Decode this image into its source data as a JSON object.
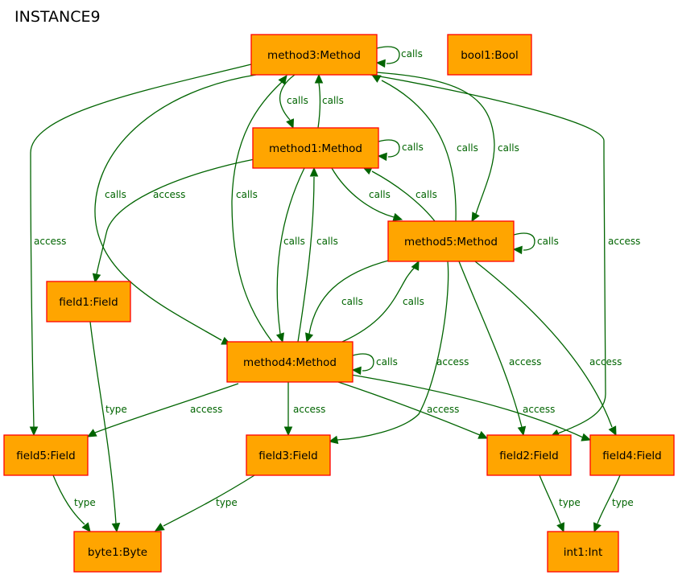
{
  "title": "INSTANCE9",
  "nodes": {
    "method3": "method3:Method",
    "bool1": "bool1:Bool",
    "method1": "method1:Method",
    "method5": "method5:Method",
    "field1": "field1:Field",
    "method4": "method4:Method",
    "field5": "field5:Field",
    "field3": "field3:Field",
    "field2": "field2:Field",
    "field4": "field4:Field",
    "byte1": "byte1:Byte",
    "int1": "int1:Int"
  },
  "edges": [
    {
      "id": "m3-m3",
      "from": "method3",
      "to": "method3",
      "label": "calls"
    },
    {
      "id": "m3-m1",
      "from": "method3",
      "to": "method1",
      "label": "calls"
    },
    {
      "id": "m1-m3",
      "from": "method1",
      "to": "method3",
      "label": "calls"
    },
    {
      "id": "m1-m1",
      "from": "method1",
      "to": "method1",
      "label": "calls"
    },
    {
      "id": "m3-m5",
      "from": "method3",
      "to": "method5",
      "label": "calls"
    },
    {
      "id": "m5-m3",
      "from": "method5",
      "to": "method3",
      "label": "calls"
    },
    {
      "id": "m3-m4",
      "from": "method3",
      "to": "method4",
      "label": "calls"
    },
    {
      "id": "m4-m3",
      "from": "method4",
      "to": "method3",
      "label": "calls"
    },
    {
      "id": "m3-f5",
      "from": "method3",
      "to": "field5",
      "label": "access"
    },
    {
      "id": "m3-f2",
      "from": "method3",
      "to": "field2",
      "label": "access"
    },
    {
      "id": "m1-f1",
      "from": "method1",
      "to": "field1",
      "label": "access"
    },
    {
      "id": "m1-m5",
      "from": "method1",
      "to": "method5",
      "label": "calls"
    },
    {
      "id": "m5-m1",
      "from": "method5",
      "to": "method1",
      "label": "calls"
    },
    {
      "id": "m1-m4",
      "from": "method1",
      "to": "method4",
      "label": "calls"
    },
    {
      "id": "m4-m1",
      "from": "method4",
      "to": "method1",
      "label": "calls"
    },
    {
      "id": "m5-m5",
      "from": "method5",
      "to": "method5",
      "label": "calls"
    },
    {
      "id": "m5-m4",
      "from": "method5",
      "to": "method4",
      "label": "calls"
    },
    {
      "id": "m4-m5",
      "from": "method4",
      "to": "method5",
      "label": "calls"
    },
    {
      "id": "m5-f3",
      "from": "method5",
      "to": "field3",
      "label": "access"
    },
    {
      "id": "m5-f2",
      "from": "method5",
      "to": "field2",
      "label": "access"
    },
    {
      "id": "m5-f4",
      "from": "method5",
      "to": "field4",
      "label": "access"
    },
    {
      "id": "m4-m4",
      "from": "method4",
      "to": "method4",
      "label": "calls"
    },
    {
      "id": "m4-f5",
      "from": "method4",
      "to": "field5",
      "label": "access"
    },
    {
      "id": "m4-f3",
      "from": "method4",
      "to": "field3",
      "label": "access"
    },
    {
      "id": "m4-f2",
      "from": "method4",
      "to": "field2",
      "label": "access"
    },
    {
      "id": "m4-f4",
      "from": "method4",
      "to": "field4",
      "label": "access"
    },
    {
      "id": "f1-b1",
      "from": "field1",
      "to": "byte1",
      "label": "type"
    },
    {
      "id": "f5-b1",
      "from": "field5",
      "to": "byte1",
      "label": "type"
    },
    {
      "id": "f3-b1",
      "from": "field3",
      "to": "byte1",
      "label": "type"
    },
    {
      "id": "f2-i1",
      "from": "field2",
      "to": "int1",
      "label": "type"
    },
    {
      "id": "f4-i1",
      "from": "field4",
      "to": "int1",
      "label": "type"
    }
  ]
}
